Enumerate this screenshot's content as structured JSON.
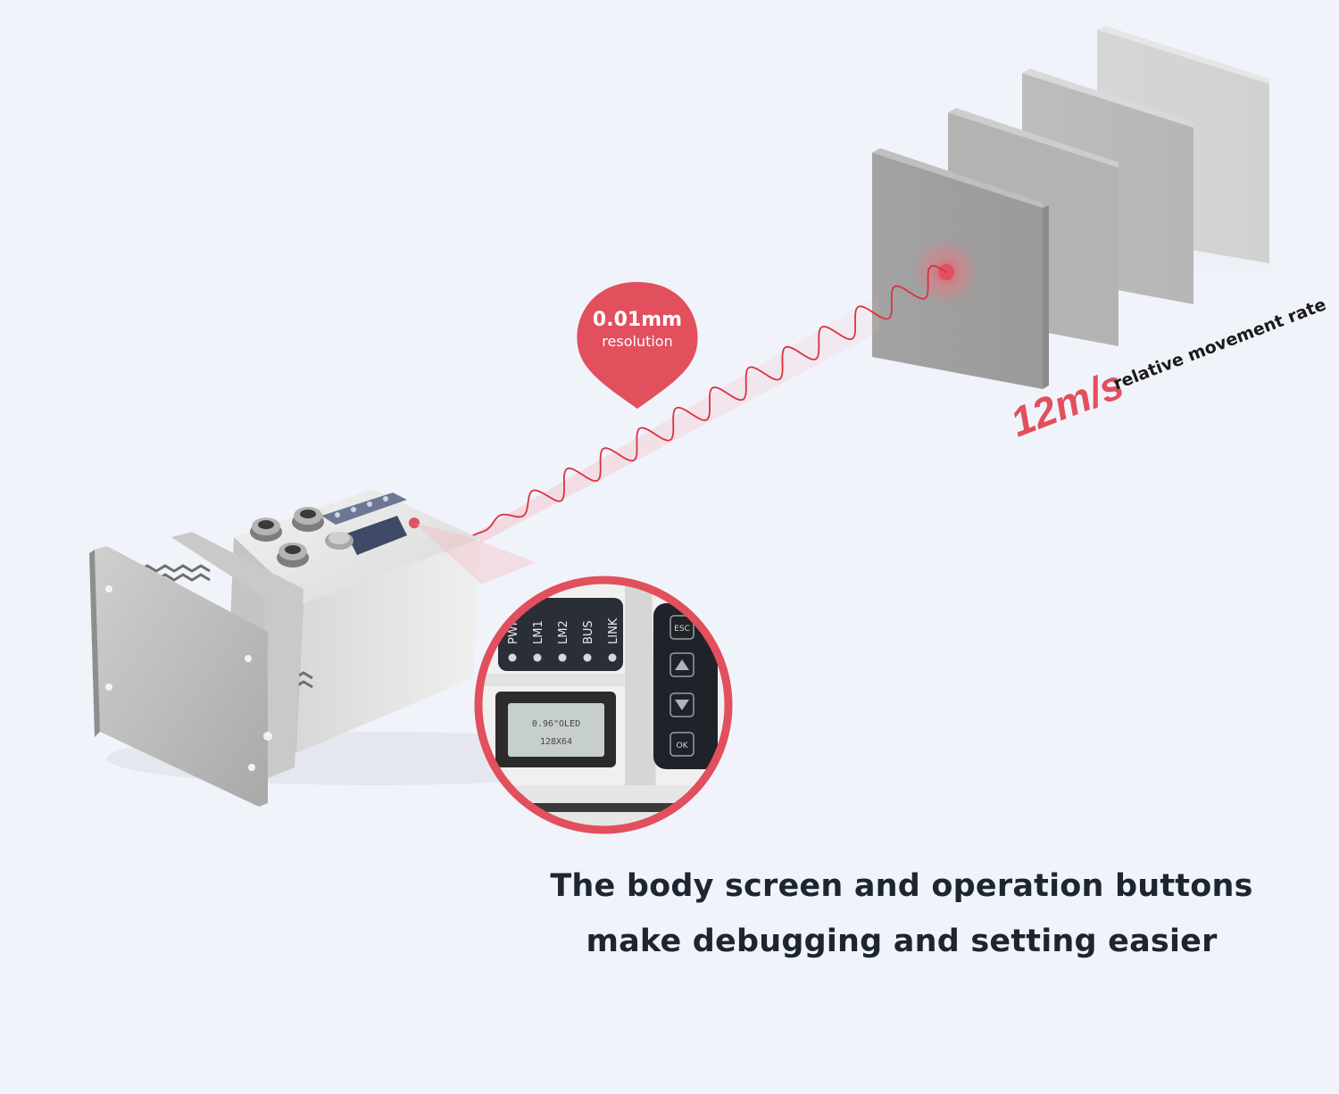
{
  "callout": {
    "value": "0.01mm",
    "label": "resolution"
  },
  "speed": {
    "value": "12m/s",
    "label": "relative movement rate"
  },
  "display_zoom": {
    "indicators": [
      "PWR",
      "LM1",
      "LM2",
      "BUS",
      "LINK"
    ],
    "screen_line1": "0.96\"OLED",
    "screen_line2": "128X64",
    "buttons": {
      "esc": "ESC",
      "ok": "OK"
    }
  },
  "caption": {
    "line1": "The body screen and operation buttons",
    "line2": "make debugging and setting easier"
  },
  "colors": {
    "accent_red": "#e24f5d",
    "background": "#f1f3fb",
    "text_dark": "#1c2530"
  }
}
